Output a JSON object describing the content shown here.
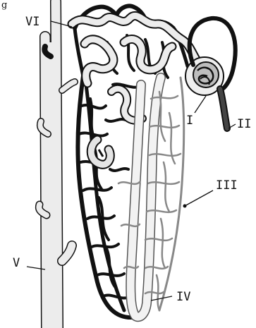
{
  "figure": {
    "caption_fragment": "g"
  },
  "labels": [
    {
      "key": "VI",
      "text": "VI"
    },
    {
      "key": "I",
      "text": "I"
    },
    {
      "key": "II",
      "text": "II"
    },
    {
      "key": "III",
      "text": "III"
    },
    {
      "key": "IV",
      "text": "IV"
    },
    {
      "key": "V",
      "text": "V"
    }
  ],
  "colors": {
    "line": "#111111",
    "tubule_fill": "#e6e6e6",
    "background": "#ffffff"
  }
}
